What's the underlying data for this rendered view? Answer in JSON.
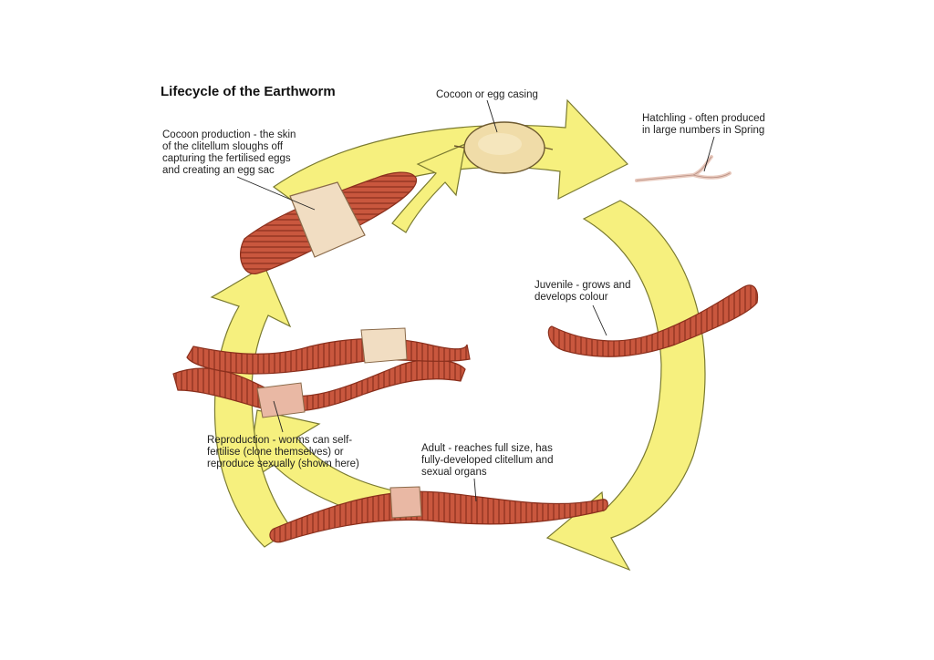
{
  "title": "Lifecycle of the Earthworm",
  "stages": {
    "cocoon_production": "Cocoon production - the skin\nof the clitellum sloughs off\ncapturing the fertilised eggs\nand creating an egg sac",
    "cocoon": "Cocoon or egg casing",
    "hatchling": "Hatchling - often produced\nin large numbers in Spring",
    "juvenile": "Juvenile - grows and\ndevelops colour",
    "adult": "Adult - reaches full size, has\nfully-developed clitellum and\nsexual organs",
    "reproduction": "Reproduction - worms can self-\nfertilise (clone themselves) or\nreproduce sexually (shown here)"
  },
  "colors": {
    "arrow_fill": "#f6f07e",
    "arrow_stroke": "#7a7a30",
    "worm": "#c9573e",
    "worm_dark": "#8a2f1c",
    "clitellum": "#f1ddc2",
    "cocoon": "#f0dca8",
    "hatchling": "#e8c9bd"
  }
}
